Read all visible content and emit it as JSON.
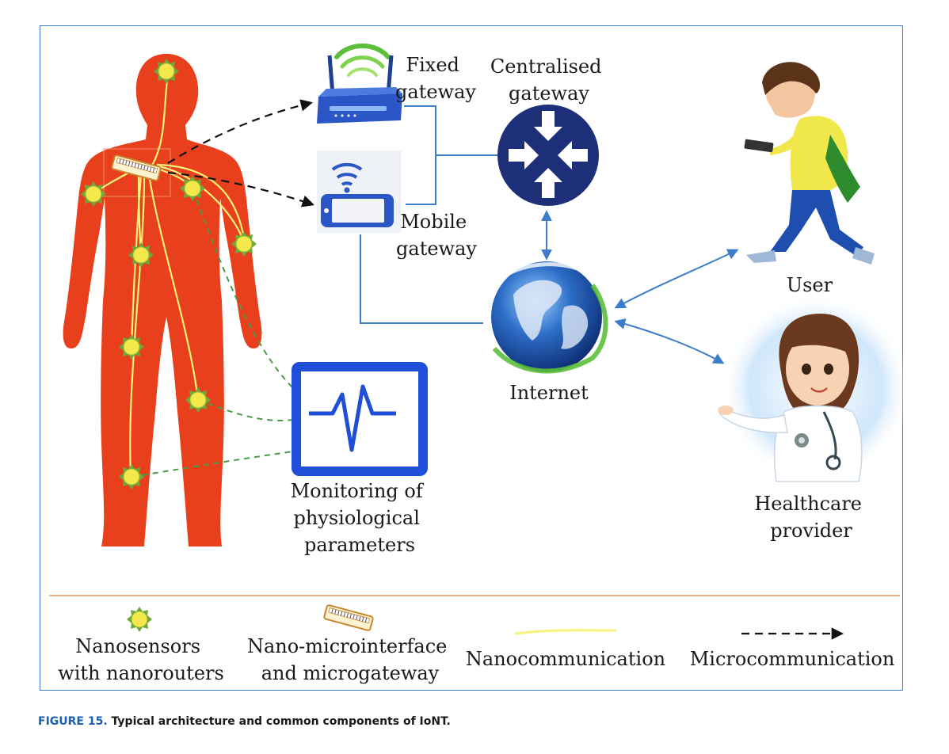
{
  "labels": {
    "fixed_gateway": [
      "Fixed",
      "gateway"
    ],
    "centralised_gateway": [
      "Centralised",
      "gateway"
    ],
    "mobile_gateway": [
      "Mobile",
      "gateway"
    ],
    "internet": "Internet",
    "user": "User",
    "healthcare_provider": [
      "Healthcare",
      "provider"
    ],
    "monitoring": [
      "Monitoring of",
      "physiological",
      "parameters"
    ]
  },
  "legend": {
    "nanosensors": [
      "Nanosensors",
      "with nanorouters"
    ],
    "interface": [
      "Nano-microinterface",
      "and microgateway"
    ],
    "nanocommunication": "Nanocommunication",
    "microcommunication": "Microcommunication"
  },
  "caption": {
    "number": "FIGURE 15.",
    "text": "Typical architecture and common components of IoNT."
  },
  "colors": {
    "body": "#e8401c",
    "sensor": "#f5e84a",
    "sensor_ring": "#6ea73a",
    "nano_line": "#f6f27a",
    "micro_line": "#111111",
    "link": "#3d7cc9",
    "monitor": "#1f4fd8",
    "divider": "#e69a5c",
    "dashed_green": "#4a9a4a"
  },
  "icons": [
    "wifi-router-icon",
    "smartphone-wifi-icon",
    "router-arrows-icon",
    "globe-icon",
    "heartbeat-monitor-icon",
    "user-illustration",
    "doctor-illustration",
    "human-body-silhouette"
  ]
}
